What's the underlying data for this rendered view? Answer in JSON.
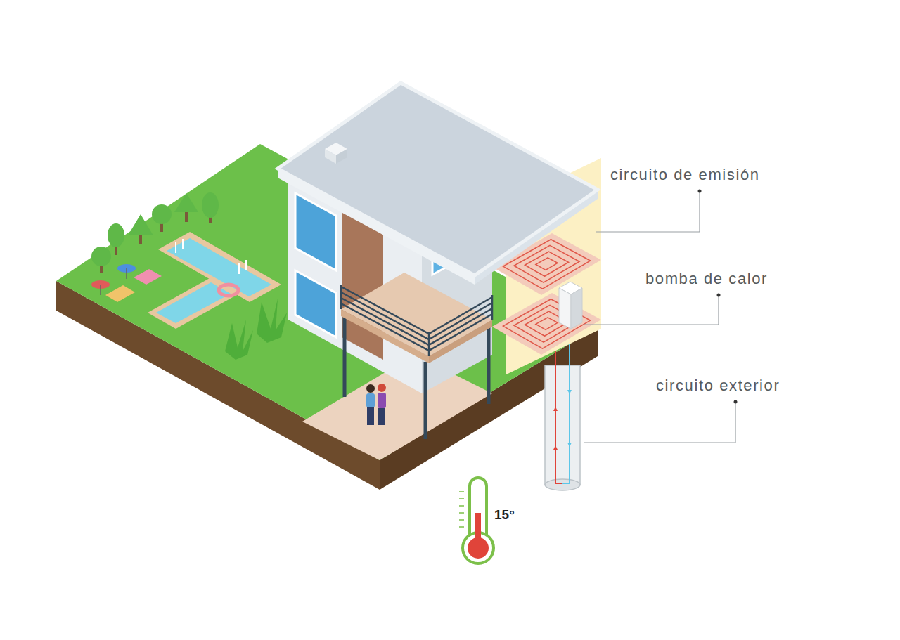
{
  "diagram": {
    "labels": [
      "circuito de emisión",
      "bomba de calor",
      "circuito exterior",
      "15°"
    ]
  }
}
